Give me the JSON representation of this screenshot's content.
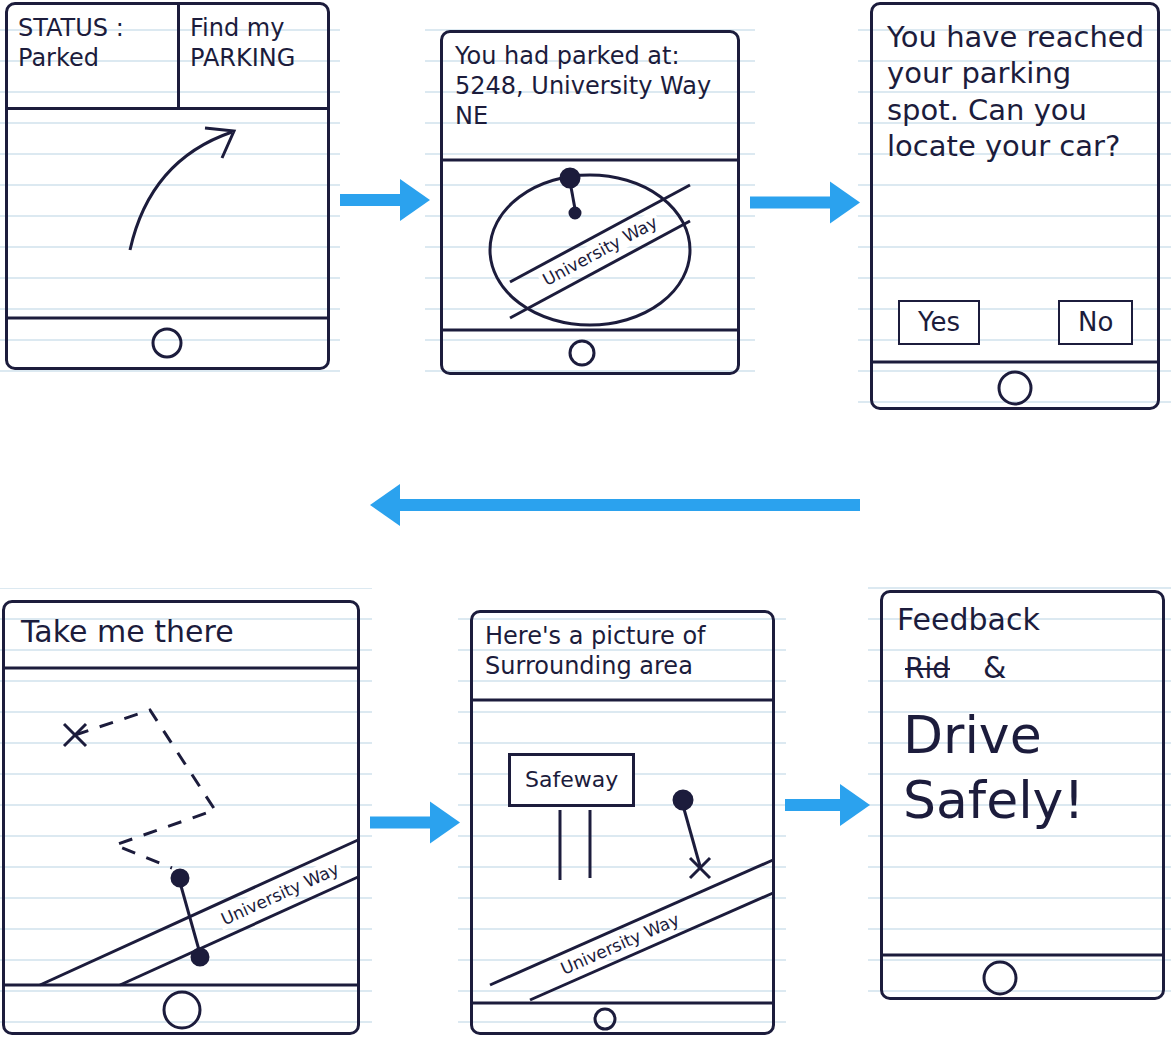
{
  "diagram": {
    "nodes": [
      {
        "text": [
          "STATUS : Parked",
          "Find my PARKING"
        ]
      },
      {
        "text": [
          "You had parked at: 5248, University Way NE"
        ]
      },
      {
        "text": [
          "You have reached your parking spot. Can you locate your car?"
        ]
      },
      {
        "text": [
          "Yes"
        ],
        "in": 2
      },
      {
        "text": [
          "No"
        ],
        "in": 2
      },
      {
        "text": [
          "Take me there"
        ]
      },
      {
        "text": [
          "Here's a picture of Surrounding area"
        ]
      },
      {
        "text": [
          "Safeway"
        ],
        "in": 6
      },
      {
        "text": [
          "Feedback",
          "Rid",
          "&",
          "Drive Safely!"
        ]
      }
    ],
    "edges": [
      {
        "from": 0,
        "to": 1,
        "arrow": "to"
      },
      {
        "from": 1,
        "to": 2,
        "arrow": "to"
      },
      {
        "from": 2,
        "to": 5,
        "arrow": "to"
      },
      {
        "from": 5,
        "to": 6,
        "arrow": "to"
      },
      {
        "from": 6,
        "to": 8,
        "arrow": "to"
      }
    ],
    "labels": [
      "University Way",
      "University Way",
      "University Way"
    ]
  }
}
